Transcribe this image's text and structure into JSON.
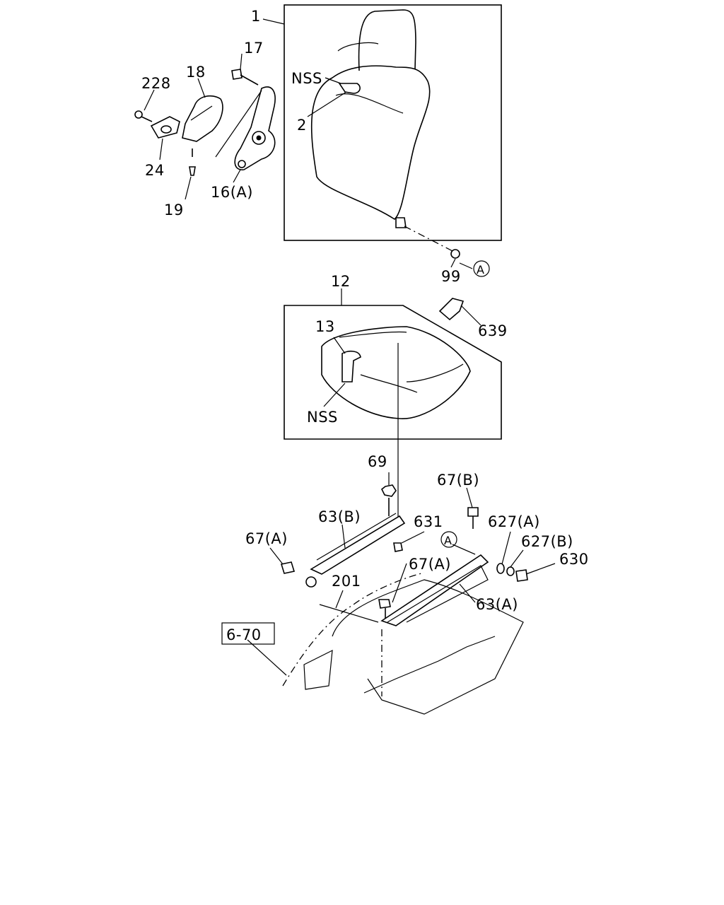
{
  "callouts": {
    "p1": "1",
    "p17": "17",
    "p18": "18",
    "p228": "228",
    "nss_back": "NSS",
    "p2": "2",
    "p24": "24",
    "p16a": "16(A)",
    "p19": "19",
    "p99": "99",
    "ref_a1": "A",
    "p12": "12",
    "p639": "639",
    "p13": "13",
    "nss_cushion": "NSS",
    "p69": "69",
    "p67b": "67(B)",
    "p63b": "63(B)",
    "p631": "631",
    "p627a": "627(A)",
    "ref_a2": "A",
    "p67a_left": "67(A)",
    "p627b": "627(B)",
    "p630": "630",
    "p67a_mid": "67(A)",
    "p201": "201",
    "p63a": "63(A)",
    "ref_page": "6-70"
  }
}
